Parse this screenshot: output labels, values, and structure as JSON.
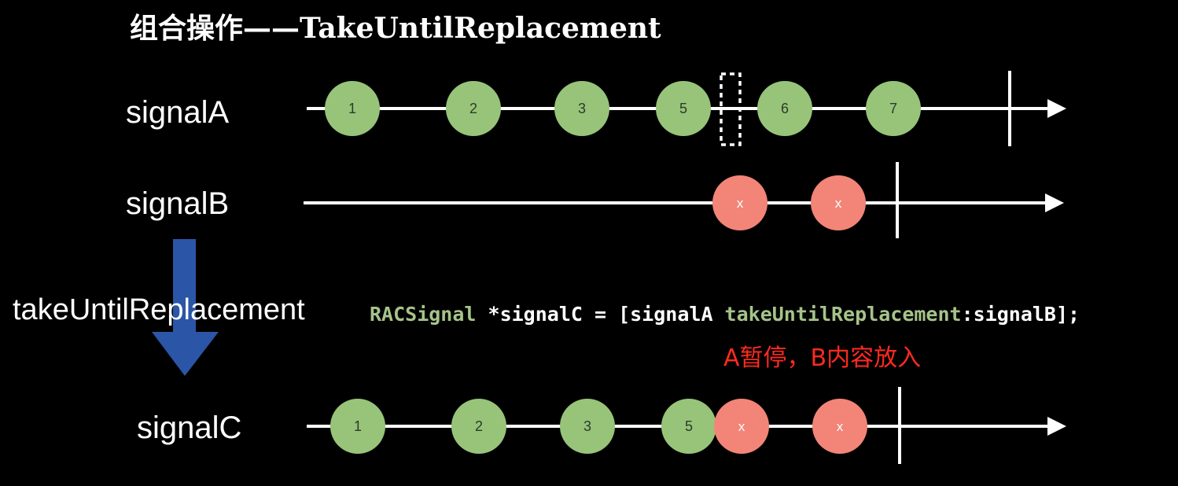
{
  "title": "组合操作——TakeUntilReplacement",
  "colors": {
    "background": "#000000",
    "line": "#ffffff",
    "marble_value": "#97c479",
    "marble_replace": "#f28577",
    "arrow_blue": "#2b55a6",
    "code_plain": "#ffffff",
    "code_keyword": "#a6c389",
    "note": "#ff2a1f"
  },
  "signals": [
    {
      "name": "signalA",
      "marbles": [
        {
          "label": "1",
          "kind": "value"
        },
        {
          "label": "2",
          "kind": "value"
        },
        {
          "label": "3",
          "kind": "value"
        },
        {
          "label": "5",
          "kind": "value"
        },
        {
          "label": "6",
          "kind": "value"
        },
        {
          "label": "7",
          "kind": "value"
        }
      ],
      "has_pause_marker": true
    },
    {
      "name": "signalB",
      "marbles": [
        {
          "label": "x",
          "kind": "replace"
        },
        {
          "label": "x",
          "kind": "replace"
        }
      ],
      "has_pause_marker": false
    },
    {
      "name": "signalC",
      "marbles": [
        {
          "label": "1",
          "kind": "value"
        },
        {
          "label": "2",
          "kind": "value"
        },
        {
          "label": "3",
          "kind": "value"
        },
        {
          "label": "5",
          "kind": "value"
        },
        {
          "label": "x",
          "kind": "replace"
        },
        {
          "label": "x",
          "kind": "replace"
        }
      ],
      "has_pause_marker": false
    }
  ],
  "operator": "takeUntilReplacement",
  "code": {
    "type_name": "RACSignal",
    "declaration": " *signalC = [signalA ",
    "method": "takeUntilReplacement",
    "argument": ":signalB];"
  },
  "note": "A暂停，B内容放入"
}
